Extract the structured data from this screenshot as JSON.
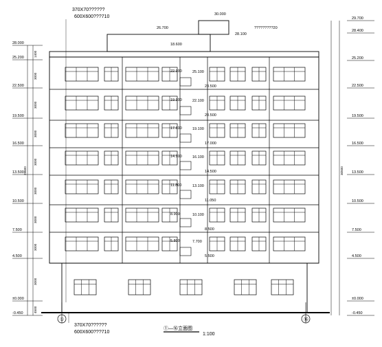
{
  "top_notes": [
    "370X70??????",
    "600X600???710"
  ],
  "bottom_notes": [
    "370X70??????",
    "600X600???710"
  ],
  "roof_right_note": "?????????20",
  "drawing_title": "①—⑯立面图",
  "scale": "1:100",
  "axis_labels": [
    "①",
    "⑯"
  ],
  "roof_elevations": {
    "top": "30.000",
    "parapet_left": "26.700",
    "right_box": "28.100",
    "center": "18.600"
  },
  "left_levels": [
    "28.000",
    "25.200",
    "22.500",
    "19.500",
    "16.500",
    "13.500",
    "10.500",
    "7.500",
    "4.500",
    "±0.000",
    "-0.450"
  ],
  "right_levels": [
    "29.700",
    "28.400",
    "25.200",
    "22.500",
    "19.500",
    "16.500",
    "13.500",
    "10.500",
    "7.500",
    "4.500",
    "±0.000",
    "-0.450"
  ],
  "left_floor_heights": [
    "1400",
    "3000",
    "3000",
    "3000",
    "3000",
    "3000",
    "3000",
    "3000",
    "3000",
    "4500",
    "450"
  ],
  "left_total": "29600",
  "right_total": "30500",
  "stair_labels": [
    [
      "22.900",
      "25.100",
      "23.500"
    ],
    [
      "19.900",
      "22.100",
      "20.500"
    ],
    [
      "17.600",
      "19.100",
      "17.000"
    ],
    [
      "14.900",
      "16.100",
      "14.500"
    ],
    [
      "11.800",
      "13.100",
      "11.050"
    ],
    [
      "8.900",
      "10.100",
      "8.500"
    ],
    [
      "5.800",
      "7.700",
      "5.500"
    ]
  ]
}
